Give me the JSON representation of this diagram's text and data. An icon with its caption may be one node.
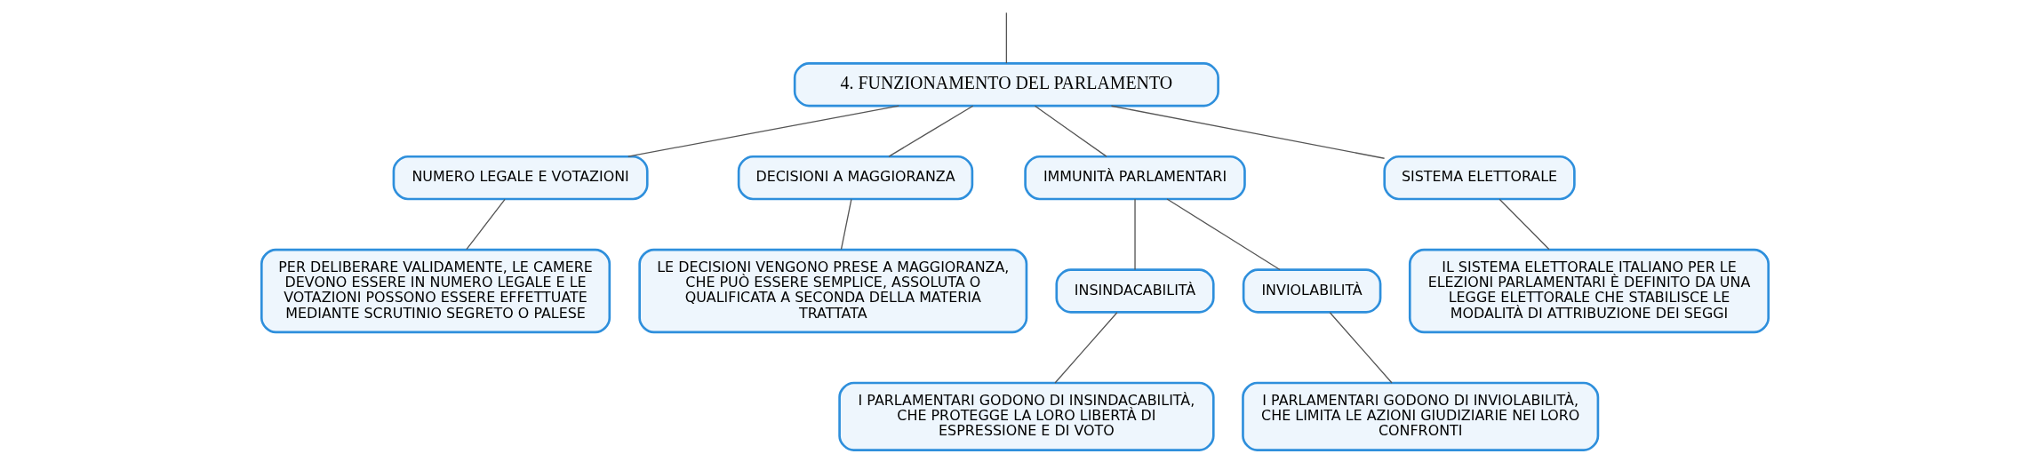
{
  "diagram": {
    "nodes": [
      {
        "text": [
          "4. FUNZIONAMENTO DEL PARLAMENTO"
        ]
      },
      {
        "text": [
          "NUMERO LEGALE E VOTAZIONI"
        ]
      },
      {
        "text": [
          "DECISIONI A MAGGIORANZA"
        ]
      },
      {
        "text": [
          "IMMUNITÀ PARLAMENTARI"
        ]
      },
      {
        "text": [
          "SISTEMA ELETTORALE"
        ]
      },
      {
        "text": [
          "PER DELIBERARE VALIDAMENTE, LE CAMERE DEVONO ESSERE IN NUMERO LEGALE E LE VOTAZIONI POSSONO ESSERE EFFETTUATE MEDIANTE SCRUTINIO SEGRETO O PALESE"
        ]
      },
      {
        "text": [
          "LE DECISIONI VENGONO PRESE A MAGGIORANZA, CHE PUÒ ESSERE SEMPLICE, ASSOLUTA O QUALIFICATA A SECONDA DELLA MATERIA TRATTATA"
        ]
      },
      {
        "text": [
          "INSINDACABILITÀ"
        ]
      },
      {
        "text": [
          "INVIOLABILITÀ"
        ]
      },
      {
        "text": [
          "I PARLAMENTARI GODONO DI INSINDACABILITÀ, CHE PROTEGGE LA LORO LIBERTÀ DI ESPRESSIONE E DI VOTO"
        ]
      },
      {
        "text": [
          "I PARLAMENTARI GODONO DI INVIOLABILITÀ, CHE LIMITA LE AZIONI GIUDIZIARIE NEI LORO CONFRONTI"
        ]
      },
      {
        "text": [
          "IL SISTEMA ELETTORALE ITALIANO PER LE ELEZIONI PARLAMENTARI È DEFINITO DA UNA LEGGE ELETTORALE CHE STABILISCE LE MODALITÀ DI ATTRIBUZIONE DEI SEGGI"
        ]
      }
    ],
    "edges": [
      {
        "from": null,
        "to": 0,
        "arrow": "none"
      },
      {
        "from": 0,
        "to": 1,
        "arrow": "none"
      },
      {
        "from": 0,
        "to": 2,
        "arrow": "none"
      },
      {
        "from": 0,
        "to": 3,
        "arrow": "none"
      },
      {
        "from": 0,
        "to": 4,
        "arrow": "none"
      },
      {
        "from": 1,
        "to": 5,
        "arrow": "none"
      },
      {
        "from": 2,
        "to": 6,
        "arrow": "none"
      },
      {
        "from": 3,
        "to": 7,
        "arrow": "none"
      },
      {
        "from": 3,
        "to": 8,
        "arrow": "none"
      },
      {
        "from": 7,
        "to": 9,
        "arrow": "none"
      },
      {
        "from": 8,
        "to": 10,
        "arrow": "none"
      },
      {
        "from": 4,
        "to": 11,
        "arrow": "none"
      }
    ]
  }
}
